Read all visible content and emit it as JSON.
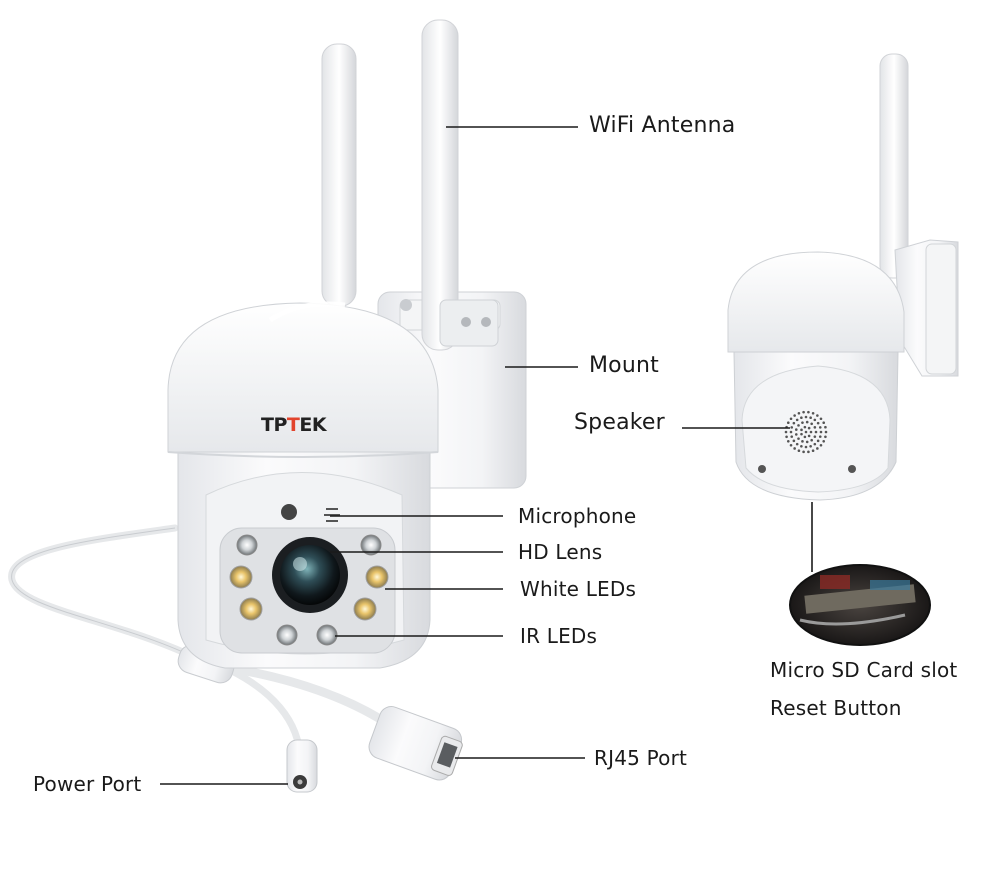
{
  "brand": {
    "logo_left": "TP",
    "logo_mid": "T",
    "logo_right": "EK",
    "accent_color": "#e2442d"
  },
  "callouts": {
    "wifi_antenna": "WiFi Antenna",
    "mount": "Mount",
    "speaker": "Speaker",
    "microphone": "Microphone",
    "hd_lens": "HD Lens",
    "white_leds": "White LEDs",
    "ir_leds": "IR LEDs",
    "sd_slot": "Micro SD Card slot",
    "reset_button": "Reset Button",
    "rj45_port": "RJ45 Port",
    "power_port": "Power Port"
  }
}
